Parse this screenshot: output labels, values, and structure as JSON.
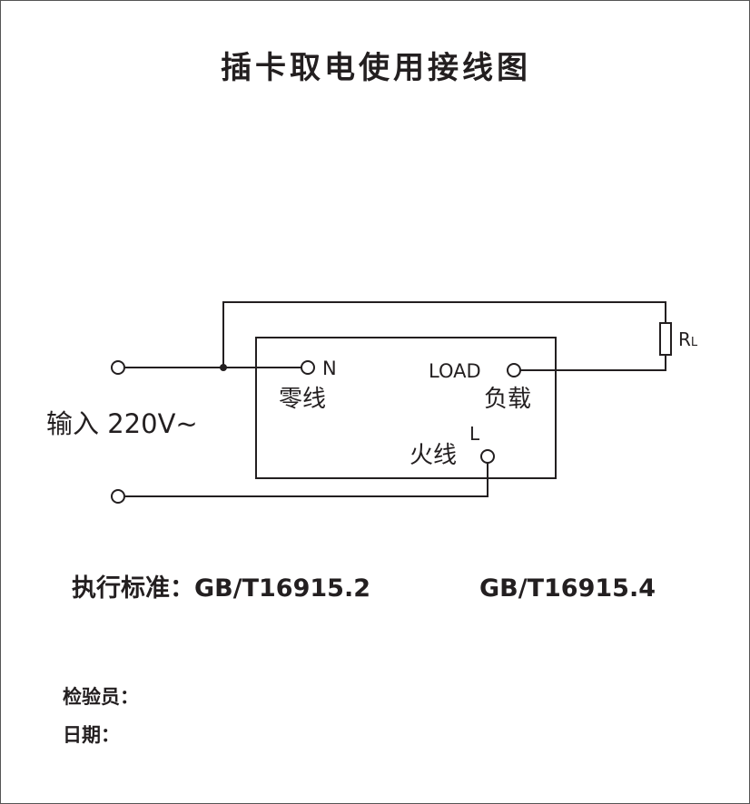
{
  "title": "插卡取电使用接线图",
  "diagram": {
    "input_label": "输入 220V~",
    "neutral_terminal": "N",
    "neutral_label": "零线",
    "load_terminal": "LOAD",
    "load_label": "负载",
    "live_terminal": "L",
    "live_label": "火线",
    "resistor_label": "R",
    "resistor_subscript": "L"
  },
  "standard": {
    "label": "执行标准：GB/T16915.2",
    "second": "GB/T16915.4"
  },
  "signoff": {
    "inspector": "检验员：",
    "date": "日期："
  }
}
